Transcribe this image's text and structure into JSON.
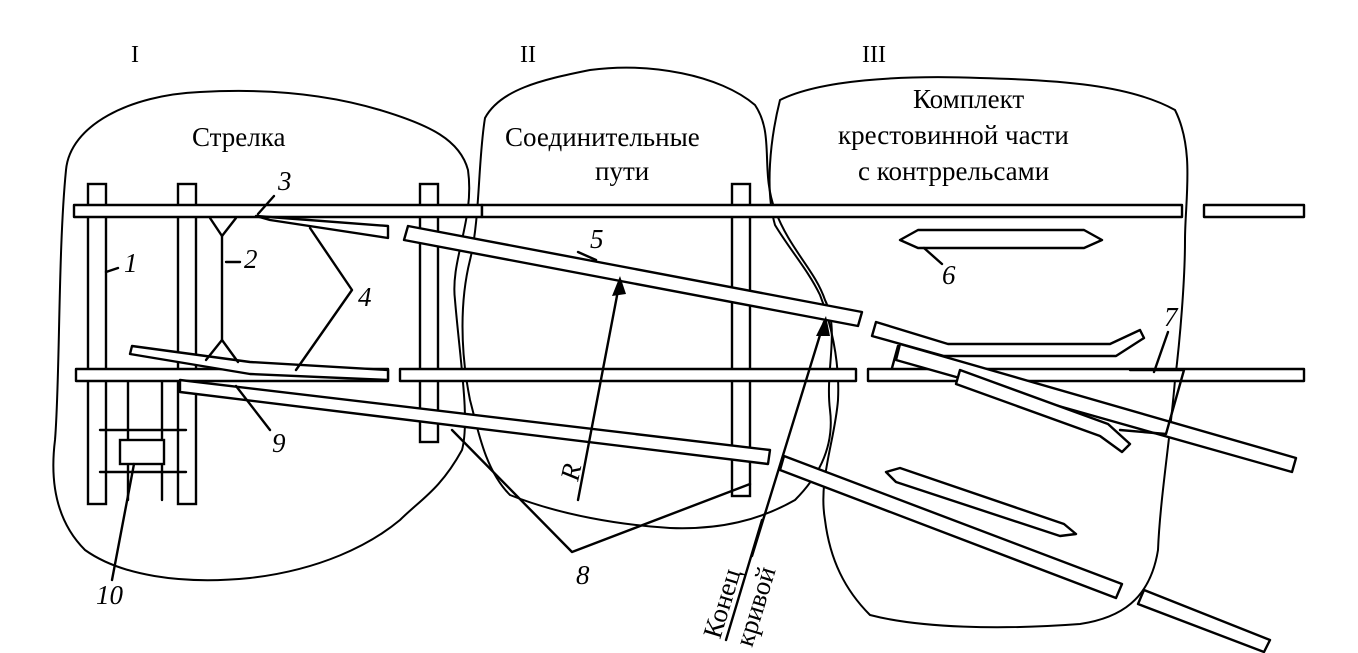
{
  "sections": {
    "I": "I",
    "II": "II",
    "III": "III"
  },
  "titles": {
    "switch": "Стрелка",
    "connecting_1": "Соединительные",
    "connecting_2": "пути",
    "frog_1": "Комплект",
    "frog_2": "крестовинной части",
    "frog_3": "с контррельсами"
  },
  "numbers": {
    "n1": "1",
    "n2": "2",
    "n3": "3",
    "n4": "4",
    "n5": "5",
    "n6": "6",
    "n7": "7",
    "n8": "8",
    "n9": "9",
    "n10": "10"
  },
  "radius": "R",
  "curve_end_1": "Конец",
  "curve_end_2": "кривой"
}
